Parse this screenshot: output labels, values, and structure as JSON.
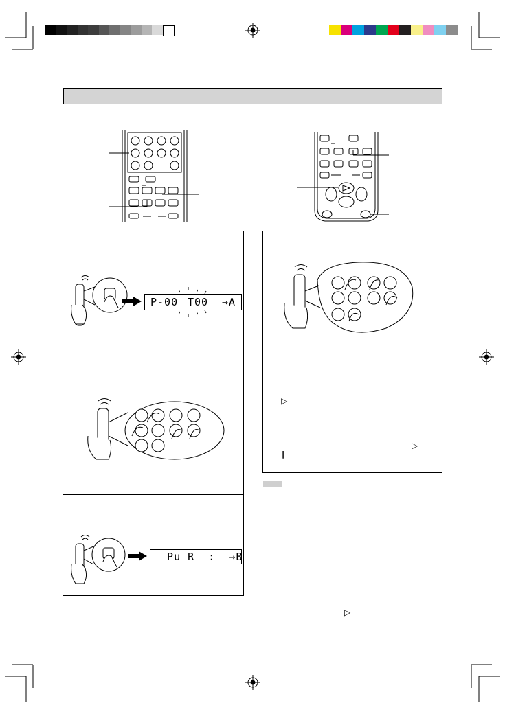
{
  "color_bar": {
    "grays": [
      "#000000",
      "#111111",
      "#222222",
      "#333333",
      "#3d3d3d",
      "#555555",
      "#6f6f6f",
      "#858585",
      "#9c9c9c",
      "#b5b5b5",
      "#d9d9d9",
      "#ffffff"
    ],
    "colors": [
      "#f7e200",
      "#d9007a",
      "#00a3e0",
      "#2d3a8c",
      "#00a651",
      "#e3001b",
      "#231f20",
      "#f9f08a",
      "#f08cc0",
      "#7fd1f0",
      "#8c8c8c"
    ]
  },
  "step1": {
    "lcd_program": "P-00",
    "lcd_track": "T00",
    "lcd_disc": "→A"
  },
  "step3": {
    "lcd_text": "  Pu R  :  →B"
  },
  "right_panel": {
    "play_symbol": "▷",
    "pause_symbol": "‖"
  },
  "footer": {
    "play_symbol": "▷"
  }
}
